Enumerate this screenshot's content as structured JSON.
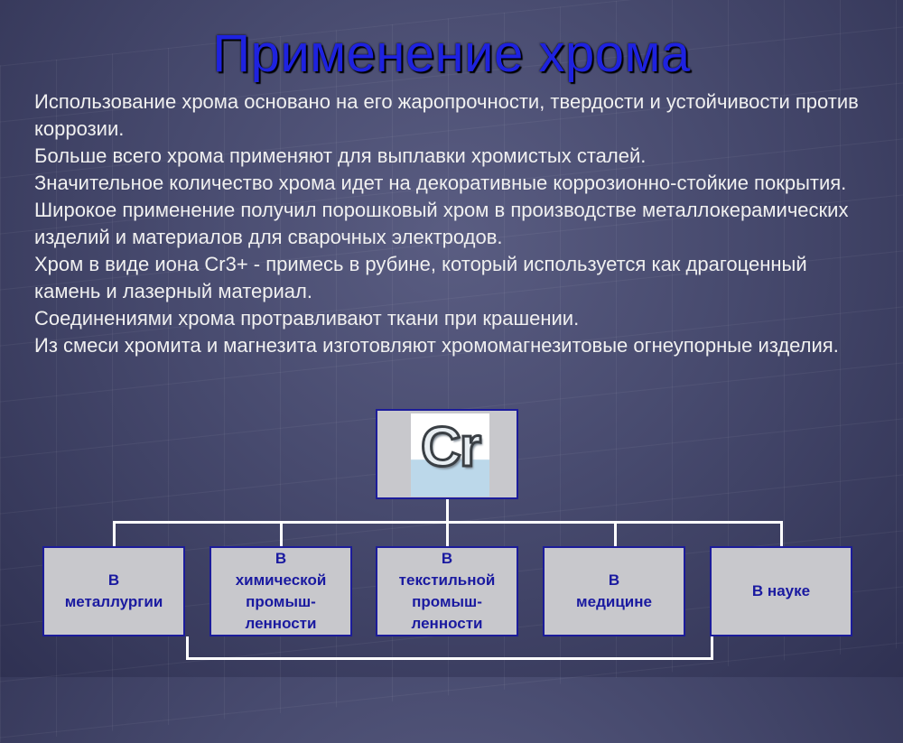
{
  "slide": {
    "title": "Применение хрома",
    "paragraphs": [
      "Использование хрома основано на его жаропрочности, твердости и устойчивости против коррозии.",
      "Больше всего хрома применяют для выплавки хромистых сталей.",
      "Значительное количество хрома идет на декоративные коррозионно-стойкие покрытия.",
      "Широкое применение получил порошковый хром в производстве металлокерамических изделий и материалов для сварочных электродов.",
      "Хром в виде иона Cr3+ - примесь в рубине, который используется как драгоценный камень и лазерный материал.",
      "Соединениями хрома протравливают ткани при крашении.",
      "Из смеси хромита и магнезита изготовляют хромомагнезитовые огнеупорные изделия."
    ],
    "diagram": {
      "root_label": "Cr",
      "categories": [
        "В\nметаллургии",
        "В\nхимической\nпромыш-\nленности",
        "В\nтекстильной\nпромыш-\nленности",
        "В\nмедицине",
        "В науке"
      ]
    }
  }
}
